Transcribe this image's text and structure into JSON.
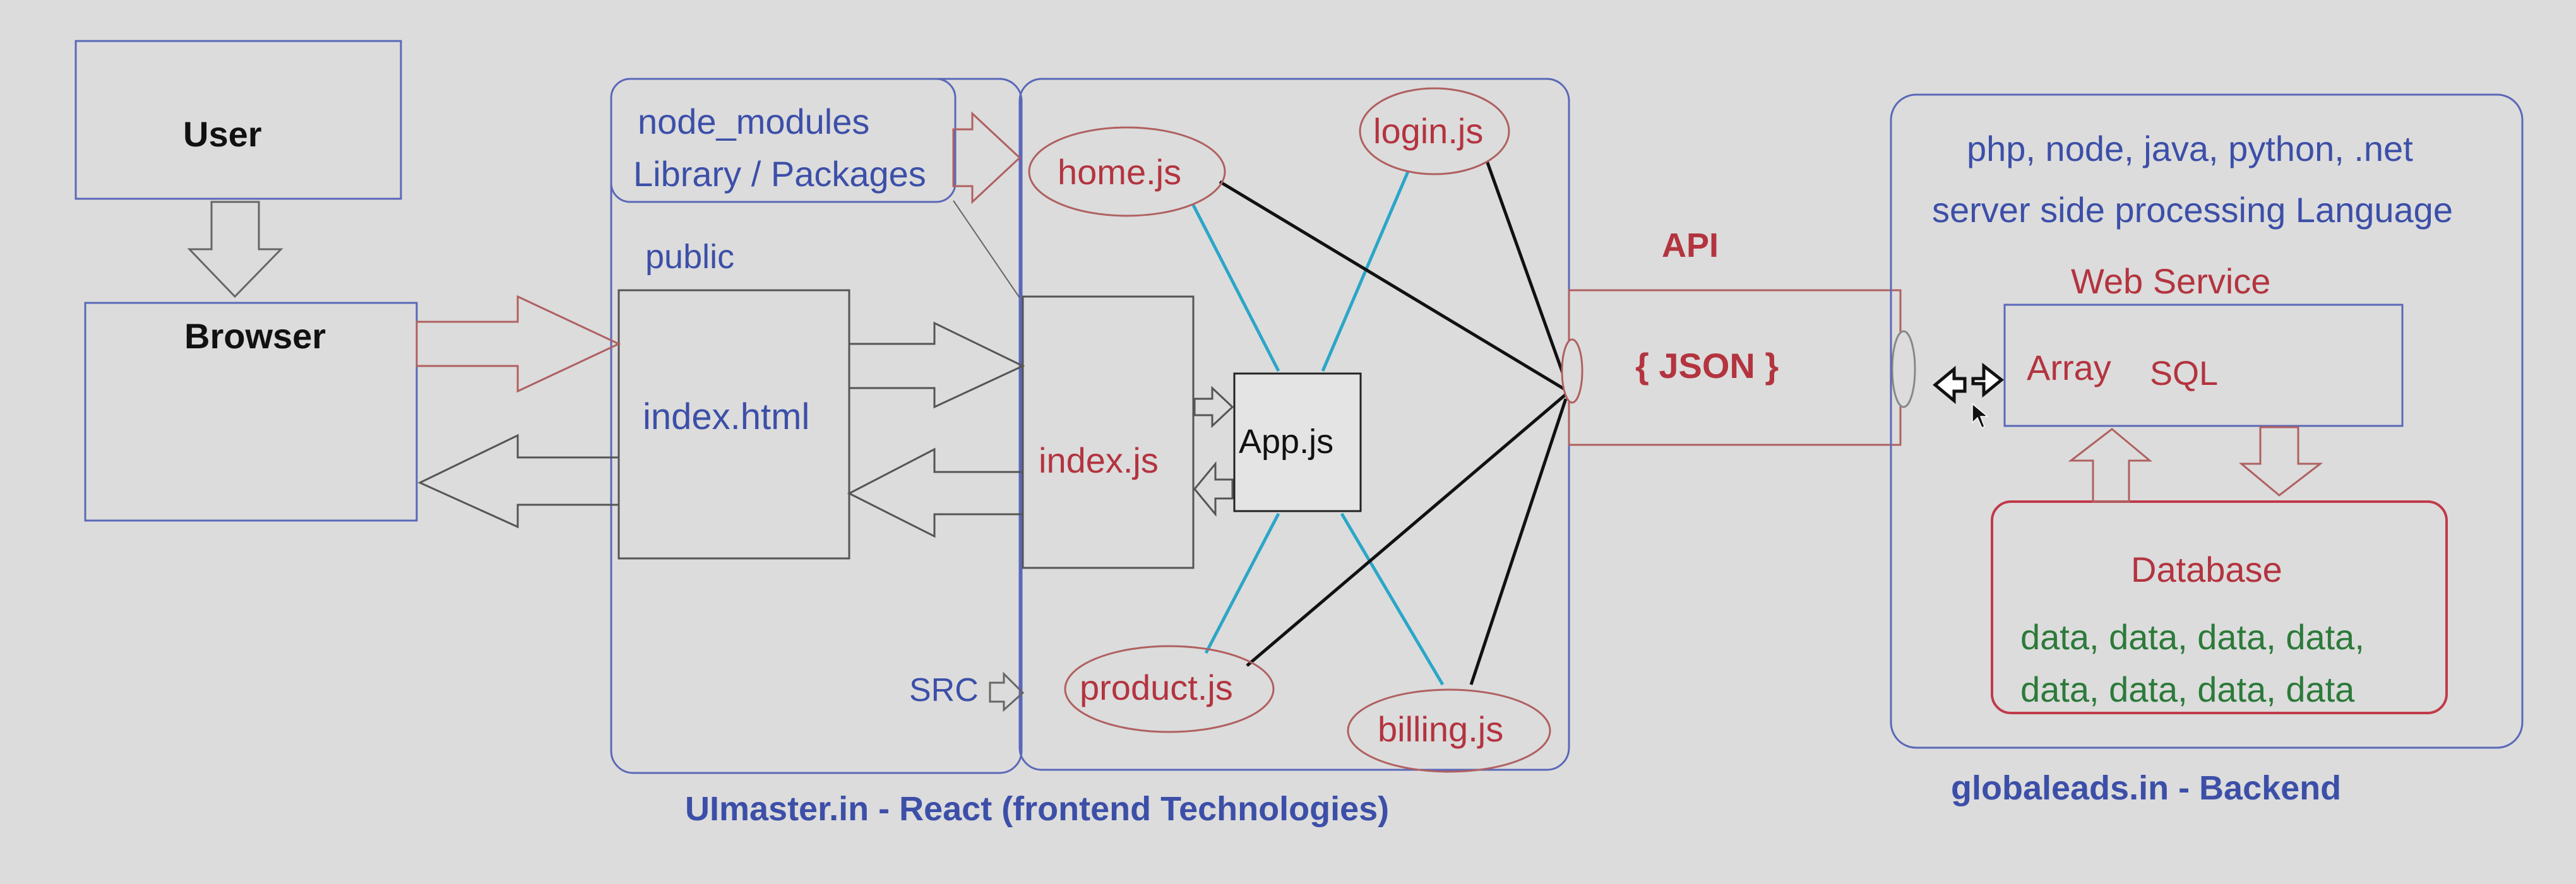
{
  "colors": {
    "background": "#dcdcdc",
    "blue_text": "#3c4fa8",
    "red_text": "#b3343f",
    "green_text": "#2c7a3a",
    "box_border_blue": "#5a68b8",
    "box_border_dark": "#555555",
    "connector_cyan": "#2aa6c8",
    "connector_black": "#111111"
  },
  "client": {
    "user_label": "User",
    "browser_label": "Browser"
  },
  "frontend": {
    "node_modules_label": "node_modules",
    "library_label": "Library / Packages",
    "public_label": "public",
    "index_html_label": "index.html",
    "src_label": "SRC",
    "index_js_label": "index.js",
    "app_js_label": "App.js",
    "components": [
      {
        "key": "home",
        "label": "home.js"
      },
      {
        "key": "login",
        "label": "login.js"
      },
      {
        "key": "product",
        "label": "product.js"
      },
      {
        "key": "billing",
        "label": "billing.js"
      }
    ],
    "footer_label": "UImaster.in - React (frontend Technologies)"
  },
  "api": {
    "title": "API",
    "format_label": "{ JSON }"
  },
  "backend": {
    "languages_line1": "php, node, java, python, .net",
    "languages_line2": "server side processing Language",
    "web_service_label": "Web Service",
    "array_label": "Array",
    "sql_label": "SQL",
    "database_label": "Database",
    "data_line1": "data, data, data, data,",
    "data_line2": "data, data, data, data",
    "footer_label": "globaleads.in - Backend"
  }
}
